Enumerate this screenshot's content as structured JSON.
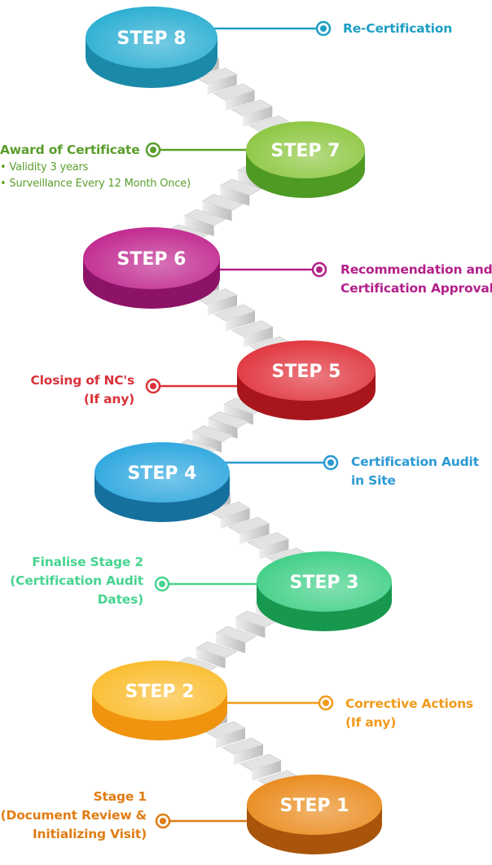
{
  "title": "Certification Process Steps",
  "steps": [
    {
      "id": 8,
      "label": "STEP 8",
      "color": "#29aed2",
      "side_color": "#1a8aa8",
      "desc_lines": [
        "Re-Certification"
      ],
      "desc_color": "#1e9fc4",
      "bullets": []
    },
    {
      "id": 7,
      "label": "STEP 7",
      "color": "#8cc63f",
      "side_color": "#4e9a22",
      "desc_lines": [
        "Award of Certificate"
      ],
      "desc_color": "#5a9e2c",
      "bullets": [
        "• Validity 3 years",
        "• Surveillance Every 12 Month Once)"
      ]
    },
    {
      "id": 6,
      "label": "STEP 6",
      "color": "#c0268e",
      "side_color": "#8c1368",
      "desc_lines": [
        "Recommendation and",
        "Certification Approval"
      ],
      "desc_color": "#b3208a",
      "bullets": []
    },
    {
      "id": 5,
      "label": "STEP 5",
      "color": "#e0333b",
      "side_color": "#a8161c",
      "desc_lines": [
        "Closing of NC's",
        "(If any)"
      ],
      "desc_color": "#d9333b",
      "bullets": []
    },
    {
      "id": 4,
      "label": "STEP 4",
      "color": "#2ba6de",
      "side_color": "#16709e",
      "desc_lines": [
        "Certification Audit",
        "in Site"
      ],
      "desc_color": "#2b9ad4",
      "bullets": []
    },
    {
      "id": 3,
      "label": "STEP 3",
      "color": "#3fcf86",
      "side_color": "#17984e",
      "desc_lines": [
        "Finalise Stage 2",
        "(Certification Audit",
        "Dates)"
      ],
      "desc_color": "#47d48f",
      "bullets": []
    },
    {
      "id": 2,
      "label": "STEP 2",
      "color": "#fbbc2c",
      "side_color": "#f0930e",
      "desc_lines": [
        "Corrective Actions",
        "(If any)"
      ],
      "desc_color": "#f39a1a",
      "bullets": []
    },
    {
      "id": 1,
      "label": "STEP 1",
      "color": "#ea8a1c",
      "side_color": "#a8540a",
      "desc_lines": [
        "Stage 1",
        "(Document Review &",
        "Initializing Visit)"
      ],
      "desc_color": "#e07d14",
      "bullets": []
    }
  ],
  "stair_color": "#d4d4d4"
}
